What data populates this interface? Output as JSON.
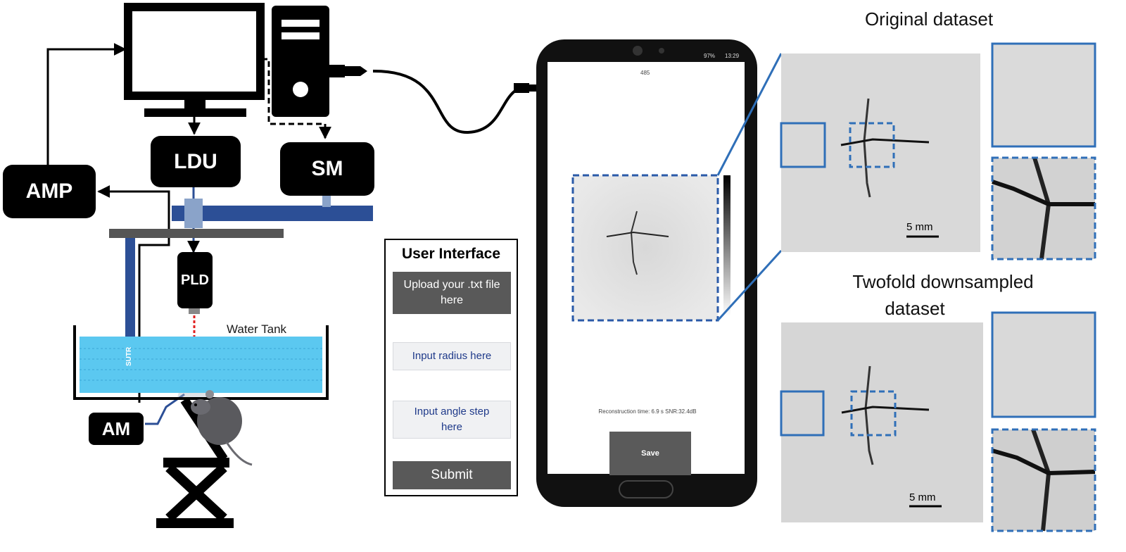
{
  "setup": {
    "amp": "AMP",
    "ldu": "LDU",
    "sm": "SM",
    "pld": "PLD",
    "am": "AM",
    "water_tank": "Water Tank",
    "sutr": "SUTR"
  },
  "user_interface": {
    "title": "User Interface",
    "upload_button": "Upload your .txt file here",
    "radius_field": "Input radius here",
    "angle_field": "Input angle step here",
    "submit_button": "Submit"
  },
  "phone": {
    "status_battery": "97%",
    "status_time": "13:29",
    "top_number": "485",
    "reconstruction_text": "Reconstruction time: 6.9 s SNR:32.4dB",
    "save_button": "Save"
  },
  "results": {
    "original_title": "Original dataset",
    "downsampled_title_line1": "Twofold downsampled",
    "downsampled_title_line2": "dataset",
    "scale_bar_top": "5 mm",
    "scale_bar_bottom": "5 mm"
  },
  "colors": {
    "accent_blue": "#2f6fb8",
    "dashed_blue": "#2a5aa8",
    "tank_water": "#5bc8f0",
    "dark_pipe": "#2c4f96",
    "laser_red": "#e02020"
  }
}
